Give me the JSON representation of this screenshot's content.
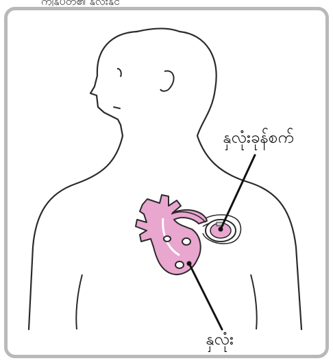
{
  "header_fragment": "ကျွန်ုပ်တို့၏ နှလုံးနှင့်",
  "labels": {
    "pacemaker": "နှလုံးခုန်စက်",
    "heart": "နှလုံး"
  },
  "colors": {
    "frame": "#b8b9bb",
    "outline": "#2a2a2a",
    "heart_fill": "#e9a6cf",
    "device_fill": "#e9a6cf"
  }
}
